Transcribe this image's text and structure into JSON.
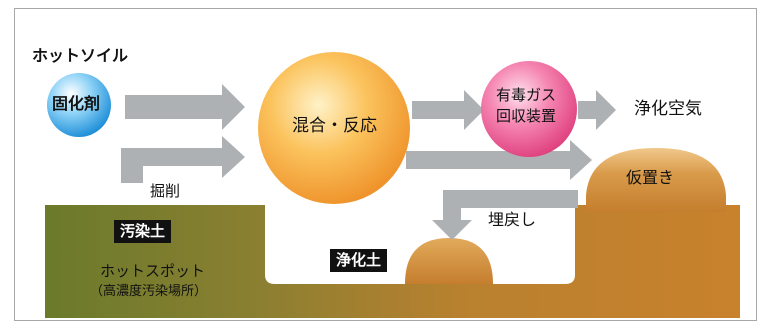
{
  "title": "ホットソイル",
  "nodes": {
    "agent": "固化剤",
    "mixing": "混合・反応",
    "toxic_line1": "有毒ガス",
    "toxic_line2": "回収装置",
    "clean_air": "浄化空気",
    "temp_storage": "仮置き",
    "excavation": "掘削",
    "backfill": "埋戻し",
    "contaminated_soil": "汚染土",
    "purified_soil": "浄化土",
    "hotspot_line1": "ホットスポット",
    "hotspot_line2": "（高濃度汚染場所）"
  },
  "colors": {
    "arrow": "#aeb1b3",
    "ground_left": "#6c7a2c",
    "ground_right": "#c47e2e",
    "mix_sphere": "#f2a23c",
    "agent_sphere": "#39a7e6",
    "toxic_sphere": "#e64a86"
  }
}
